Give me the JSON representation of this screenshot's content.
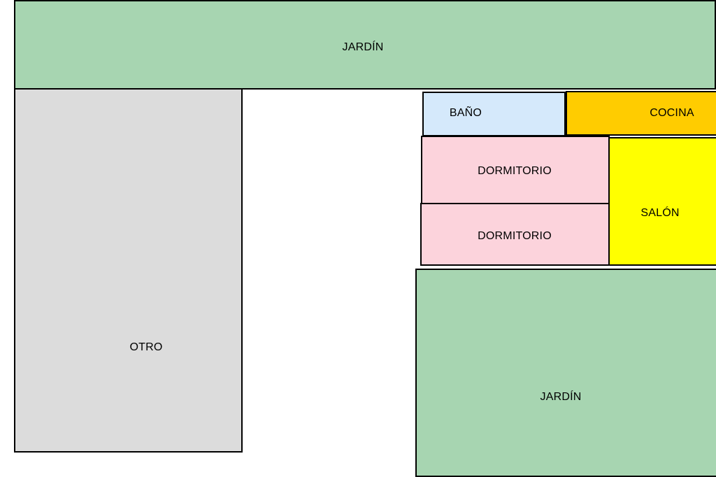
{
  "colors": {
    "jardin": "#a7d5b1",
    "otro": "#dcdcdc",
    "bano": "#d5e9fb",
    "cocina": "#ffcc00",
    "dormitorio": "#fcd3dc",
    "salon": "#ffff00",
    "border": "#000000"
  },
  "rooms": {
    "jardin_top": {
      "label": "JARDÍN"
    },
    "otro": {
      "label": "OTRO"
    },
    "bano": {
      "label": "BAÑO"
    },
    "cocina": {
      "label": "COCINA"
    },
    "dormitorio_1": {
      "label": "DORMITORIO"
    },
    "dormitorio_2": {
      "label": "DORMITORIO"
    },
    "salon": {
      "label": "SALÓN"
    },
    "jardin_bottom": {
      "label": "JARDÍN"
    }
  }
}
